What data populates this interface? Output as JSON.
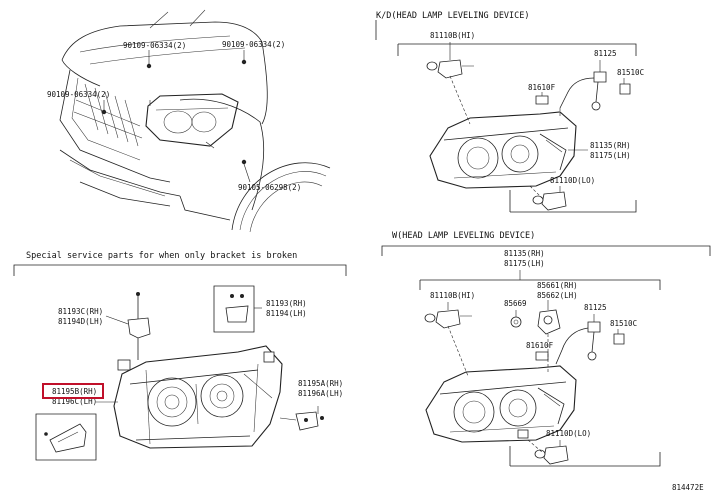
{
  "sections": {
    "kd_title": "K/D(HEAD LAMP LEVELING DEVICE)",
    "w_title": "W(HEAD LAMP LEVELING DEVICE)",
    "service_note": "Special service parts for when only bracket is broken"
  },
  "vehicle_labels": {
    "a": "90109-06334(2)",
    "b": "90109-06334(2)",
    "c": "90109-06334(2)",
    "d": "90105-06298(2)"
  },
  "bracket_labels": {
    "a1": "81193C(RH)",
    "a2": "81194D(LH)",
    "b1": "81193(RH)",
    "b2": "81194(LH)",
    "c1": "81195B(RH)",
    "c2": "81196C(LH)",
    "d1": "81195A(RH)",
    "d2": "81196A(LH)"
  },
  "kd_labels": {
    "bulb_hi": "81110B(HI)",
    "socket": "81125",
    "ref_81510": "81510C",
    "ref_81610": "81610F",
    "lamp_rh": "81135(RH)",
    "lamp_lh": "81175(LH)",
    "bulb_lo": "81110D(LO)"
  },
  "w_labels": {
    "lamp_rh": "81135(RH)",
    "lamp_lh": "81175(LH)",
    "motor_rh": "85661(RH)",
    "motor_lh": "85662(LH)",
    "bulb_hi": "81110B(HI)",
    "ref_85669": "85669",
    "socket": "81125",
    "ref_81510": "81510C",
    "ref_81610": "81610F",
    "bulb_lo": "81110D(LO)"
  },
  "highlight": {
    "label": "81195B(RH)",
    "color": "#c0102a"
  },
  "footer": {
    "code": "814472E"
  }
}
